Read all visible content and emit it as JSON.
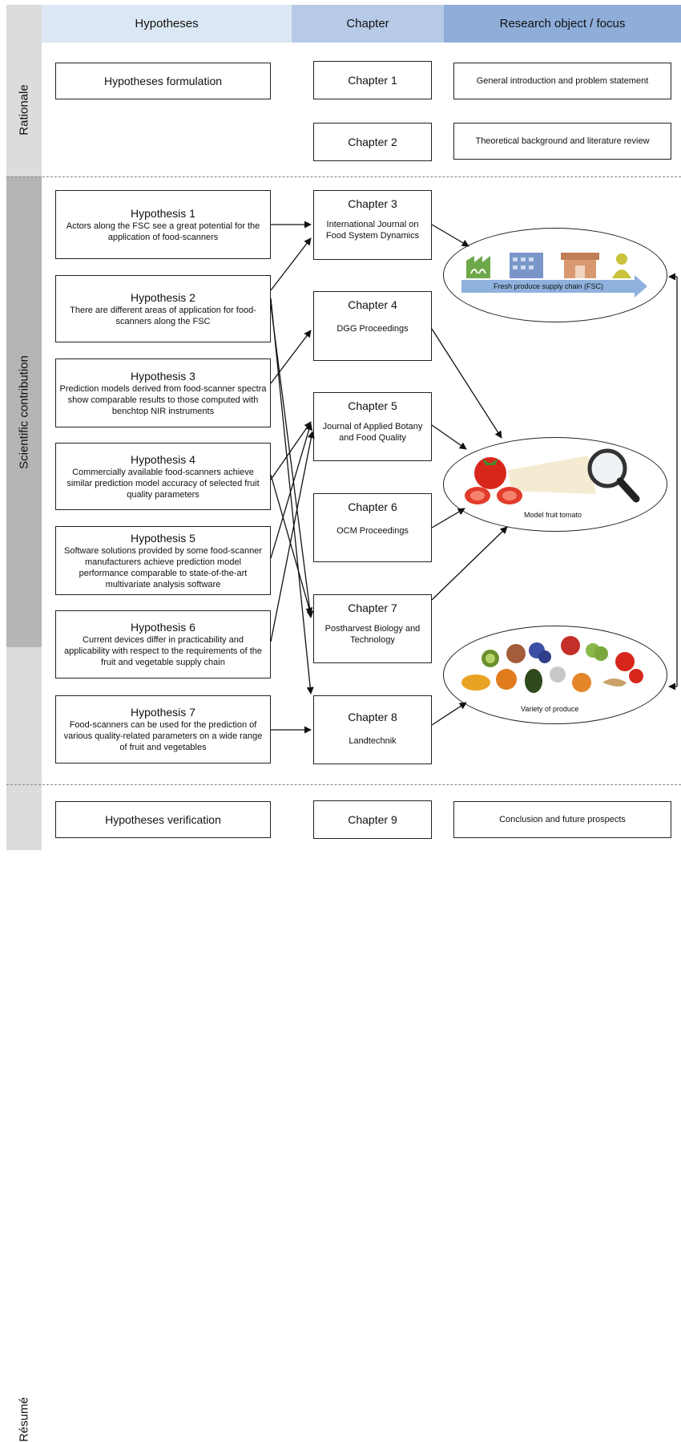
{
  "headers": {
    "hypotheses": "Hypotheses",
    "chapter": "Chapter",
    "research": "Research object / focus"
  },
  "sections": {
    "rationale": "Rationale",
    "scientific": "Scientific contribution",
    "resume": "Résumé"
  },
  "rationale": {
    "hyp_formulation": "Hypotheses formulation",
    "chapter1": "Chapter 1",
    "chapter2": "Chapter 2",
    "focus1": "General introduction and problem statement",
    "focus2": "Theoretical background and literature review"
  },
  "hypotheses": [
    {
      "title": "Hypothesis 1",
      "text": "Actors along the FSC see a great potential for the application of food-scanners"
    },
    {
      "title": "Hypothesis 2",
      "text": "There are different areas of application for food-scanners along the FSC"
    },
    {
      "title": "Hypothesis 3",
      "text": "Prediction models derived from food-scanner spectra show comparable results to those computed with benchtop NIR instruments"
    },
    {
      "title": "Hypothesis 4",
      "text": "Commercially available food-scanners achieve similar prediction model accuracy of selected fruit quality parameters"
    },
    {
      "title": "Hypothesis 5",
      "text": "Software solutions provided by some food-scanner manufacturers achieve prediction model performance comparable to state-of-the-art multivariate analysis software"
    },
    {
      "title": "Hypothesis 6",
      "text": "Current devices differ in practicability and applicability with respect to the requirements of the fruit and vegetable supply chain"
    },
    {
      "title": "Hypothesis 7",
      "text": "Food-scanners can be used for the prediction of various quality-related parameters on a wide range of fruit and vegetables"
    }
  ],
  "chapters": [
    {
      "title": "Chapter 3",
      "venue": "International Journal on Food System Dynamics"
    },
    {
      "title": "Chapter 4",
      "venue": "DGG Proceedings"
    },
    {
      "title": "Chapter 5",
      "venue": "Journal of Applied Botany and Food Quality"
    },
    {
      "title": "Chapter 6",
      "venue": "OCM Proceedings"
    },
    {
      "title": "Chapter 7",
      "venue": "Postharvest Biology and Technology"
    },
    {
      "title": "Chapter 8",
      "venue": "Landtechnik"
    }
  ],
  "focus": {
    "fsc": "Fresh produce supply chain (FSC)",
    "tomato": "Model fruit tomato",
    "produce": "Variety of produce"
  },
  "resume": {
    "verification": "Hypotheses verification",
    "chapter9": "Chapter 9",
    "conclusion": "Conclusion and future prospects"
  },
  "colors": {
    "header_hyp": "#dce7f5",
    "header_chapter": "#b7cbe8",
    "header_research": "#8eaed9",
    "side_light": "#dcdcdc",
    "side_dark": "#b5b5b5",
    "fsc_arrow": "#8fb1dd"
  },
  "icons": [
    "factory-icon",
    "warehouse-icon",
    "store-icon",
    "consumer-icon",
    "magnifier-icon",
    "tomato-icon",
    "produce-icon"
  ]
}
